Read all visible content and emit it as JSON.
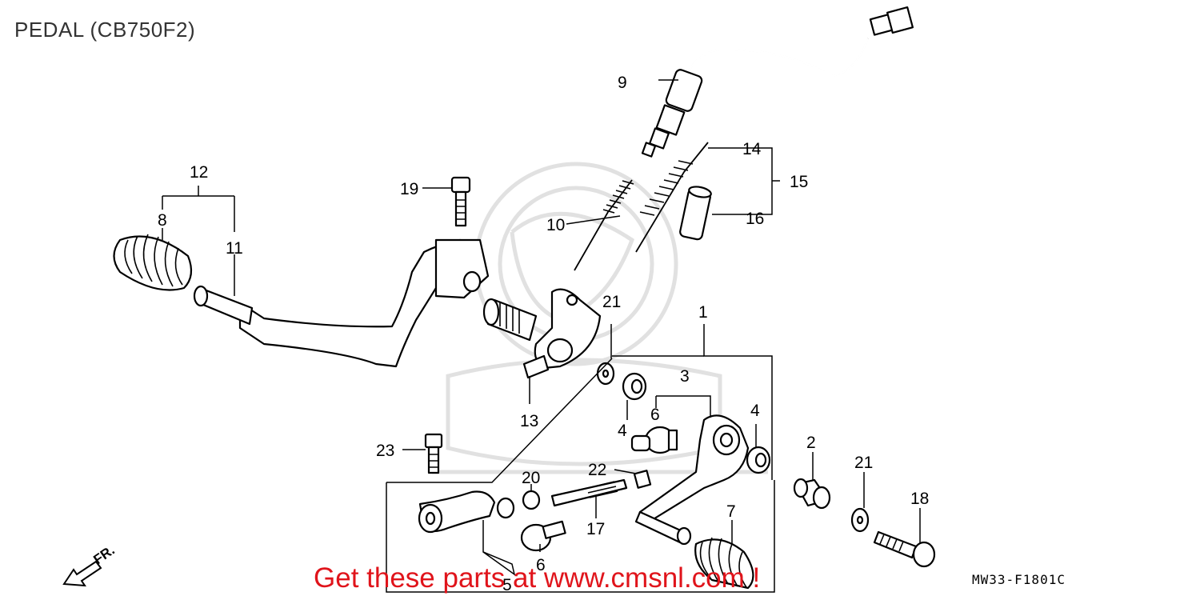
{
  "header": {
    "title": "PEDAL (CB750F2)"
  },
  "footer": {
    "cta": "Get these parts at www.cmsnl.com !",
    "diagram_code": "MW33-F1801C"
  },
  "direction_label": "FR.",
  "callouts": [
    {
      "id": "c1",
      "label": "1"
    },
    {
      "id": "c2",
      "label": "2"
    },
    {
      "id": "c3",
      "label": "3"
    },
    {
      "id": "c4a",
      "label": "4"
    },
    {
      "id": "c4b",
      "label": "4"
    },
    {
      "id": "c5",
      "label": "5"
    },
    {
      "id": "c6a",
      "label": "6"
    },
    {
      "id": "c6b",
      "label": "6"
    },
    {
      "id": "c7",
      "label": "7"
    },
    {
      "id": "c8",
      "label": "8"
    },
    {
      "id": "c9",
      "label": "9"
    },
    {
      "id": "c10",
      "label": "10"
    },
    {
      "id": "c11",
      "label": "11"
    },
    {
      "id": "c12",
      "label": "12"
    },
    {
      "id": "c13",
      "label": "13"
    },
    {
      "id": "c14",
      "label": "14"
    },
    {
      "id": "c15",
      "label": "15"
    },
    {
      "id": "c16",
      "label": "16"
    },
    {
      "id": "c17",
      "label": "17"
    },
    {
      "id": "c18",
      "label": "18"
    },
    {
      "id": "c19",
      "label": "19"
    },
    {
      "id": "c20",
      "label": "20"
    },
    {
      "id": "c21a",
      "label": "21"
    },
    {
      "id": "c21b",
      "label": "21"
    },
    {
      "id": "c22",
      "label": "22"
    },
    {
      "id": "c23",
      "label": "23"
    }
  ]
}
